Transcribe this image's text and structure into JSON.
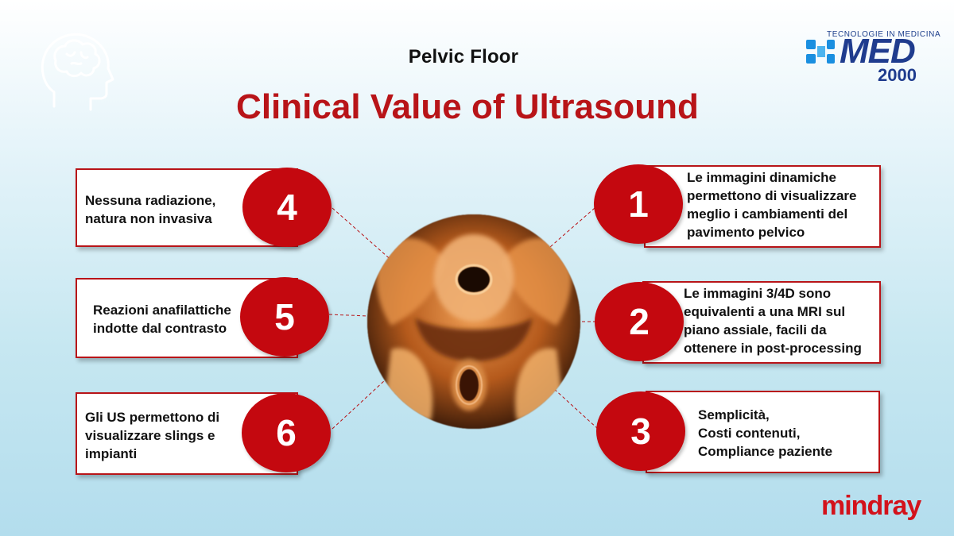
{
  "header": {
    "subtitle": "Pelvic Floor",
    "title": "Clinical Value of Ultrasound"
  },
  "logo": {
    "tagline": "TECNOLOGIE IN MEDICINA",
    "name": "MED",
    "year": "2000"
  },
  "footer_brand": "mindray",
  "items_left": [
    {
      "number": "4",
      "text": "Nessuna radiazione,\nnatura non invasiva"
    },
    {
      "number": "5",
      "text": "Reazioni anafilattiche\nindotte dal contrasto"
    },
    {
      "number": "6",
      "text": "Gli US permettono di\nvisualizzare slings e\nimpianti"
    }
  ],
  "items_right": [
    {
      "number": "1",
      "text": "Le immagini dinamiche\npermettono di visualizzare\nmeglio i cambiamenti del\npavimento pelvico"
    },
    {
      "number": "2",
      "text": "Le immagini 3/4D sono\nequivalenti a una MRI sul\npiano assiale, facili da\nottenere in post-processing"
    },
    {
      "number": "3",
      "text": "Semplicità,\nCosti contenuti,\nCompliance paziente"
    }
  ],
  "colors": {
    "accent": "#b81418",
    "circle": "#c4080f",
    "logo_blue": "#1f3c8e",
    "mindray": "#d3121b"
  },
  "icons": {
    "top_left": "brain-head-icon",
    "center": "ultrasound-pelvic-image"
  }
}
